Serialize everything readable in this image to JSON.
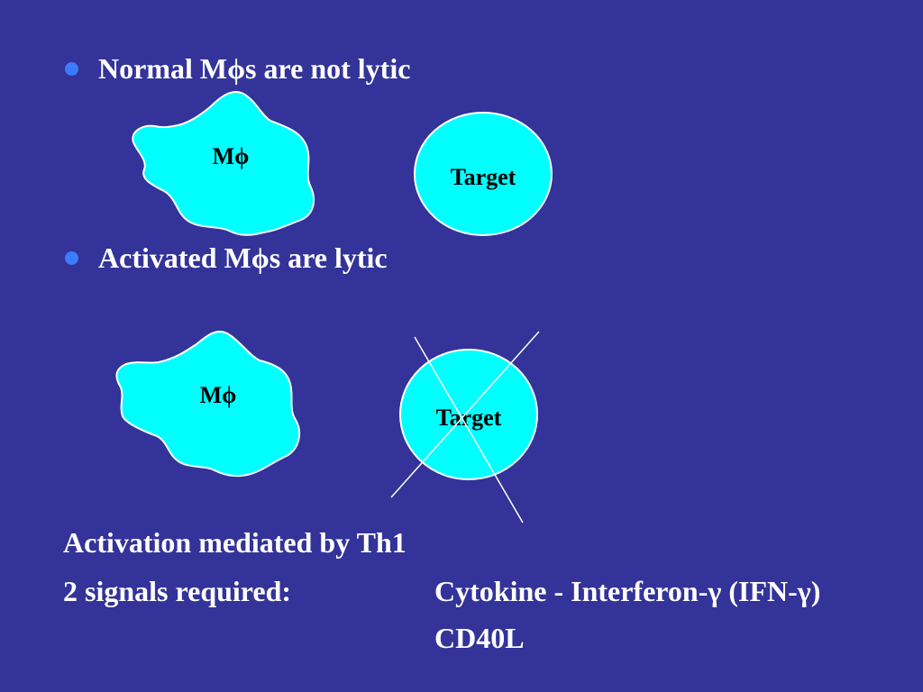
{
  "bullets": [
    {
      "text": "Normal Mϕs are not lytic"
    },
    {
      "text": "Activated Mϕs are lytic"
    }
  ],
  "diagrams": [
    {
      "macrophage_label": "Mϕ",
      "target_label": "Target",
      "target_crossed_out": false
    },
    {
      "macrophage_label": "Mϕ",
      "target_label": "Target",
      "target_crossed_out": true
    }
  ],
  "footer": {
    "line1": "Activation mediated by Th1",
    "signals_label": "2 signals required:",
    "signal_1": "Cytokine - Interferon-γ (IFN-γ)",
    "signal_2": "CD40L"
  },
  "colors": {
    "background": "#333399",
    "bullet": "#3c7bff",
    "cell_fill": "#00ffff",
    "text": "#ffffff",
    "cross_line": "#ffffff"
  },
  "icons": {
    "bullet": "filled-circle-bullet-icon",
    "macrophage": "amoeboid-cell-shape-icon",
    "target": "oval-cell-icon",
    "cross": "x-cross-out-icon"
  }
}
